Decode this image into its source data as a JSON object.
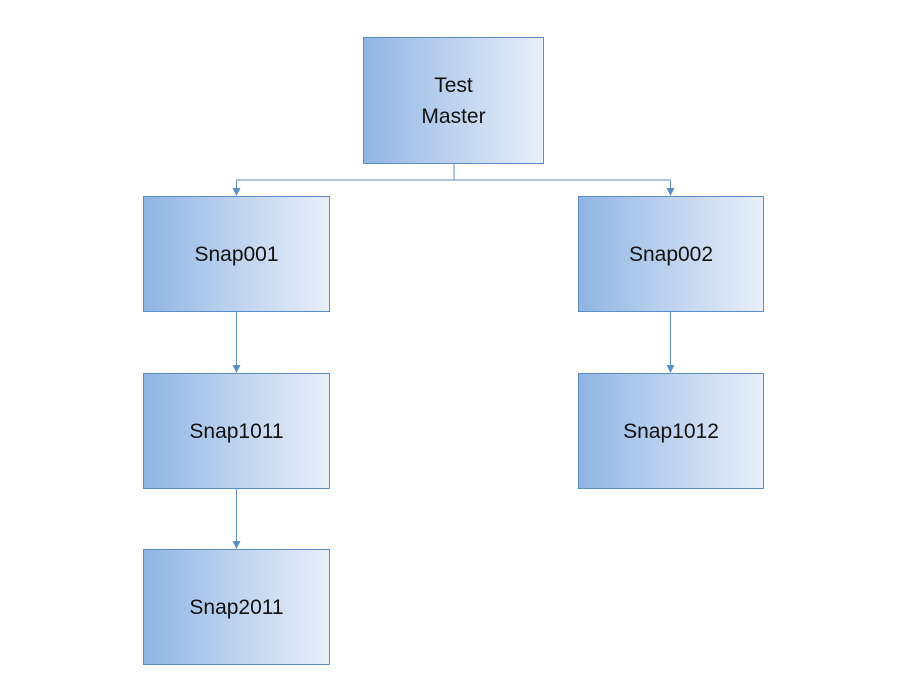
{
  "diagram": {
    "type": "hierarchy",
    "line_color": "#5b8ec6",
    "box_gradient": [
      "#8fb5e2",
      "#e8eff9"
    ],
    "nodes": {
      "master": {
        "label": "Test\nMaster"
      },
      "snap001": {
        "label": "Snap001"
      },
      "snap002": {
        "label": "Snap002"
      },
      "snap1011": {
        "label": "Snap1011"
      },
      "snap1012": {
        "label": "Snap1012"
      },
      "snap2011": {
        "label": "Snap2011"
      }
    },
    "edges": [
      {
        "from": "master",
        "to": "snap001"
      },
      {
        "from": "master",
        "to": "snap002"
      },
      {
        "from": "snap001",
        "to": "snap1011"
      },
      {
        "from": "snap1011",
        "to": "snap2011"
      },
      {
        "from": "snap002",
        "to": "snap1012"
      }
    ]
  }
}
